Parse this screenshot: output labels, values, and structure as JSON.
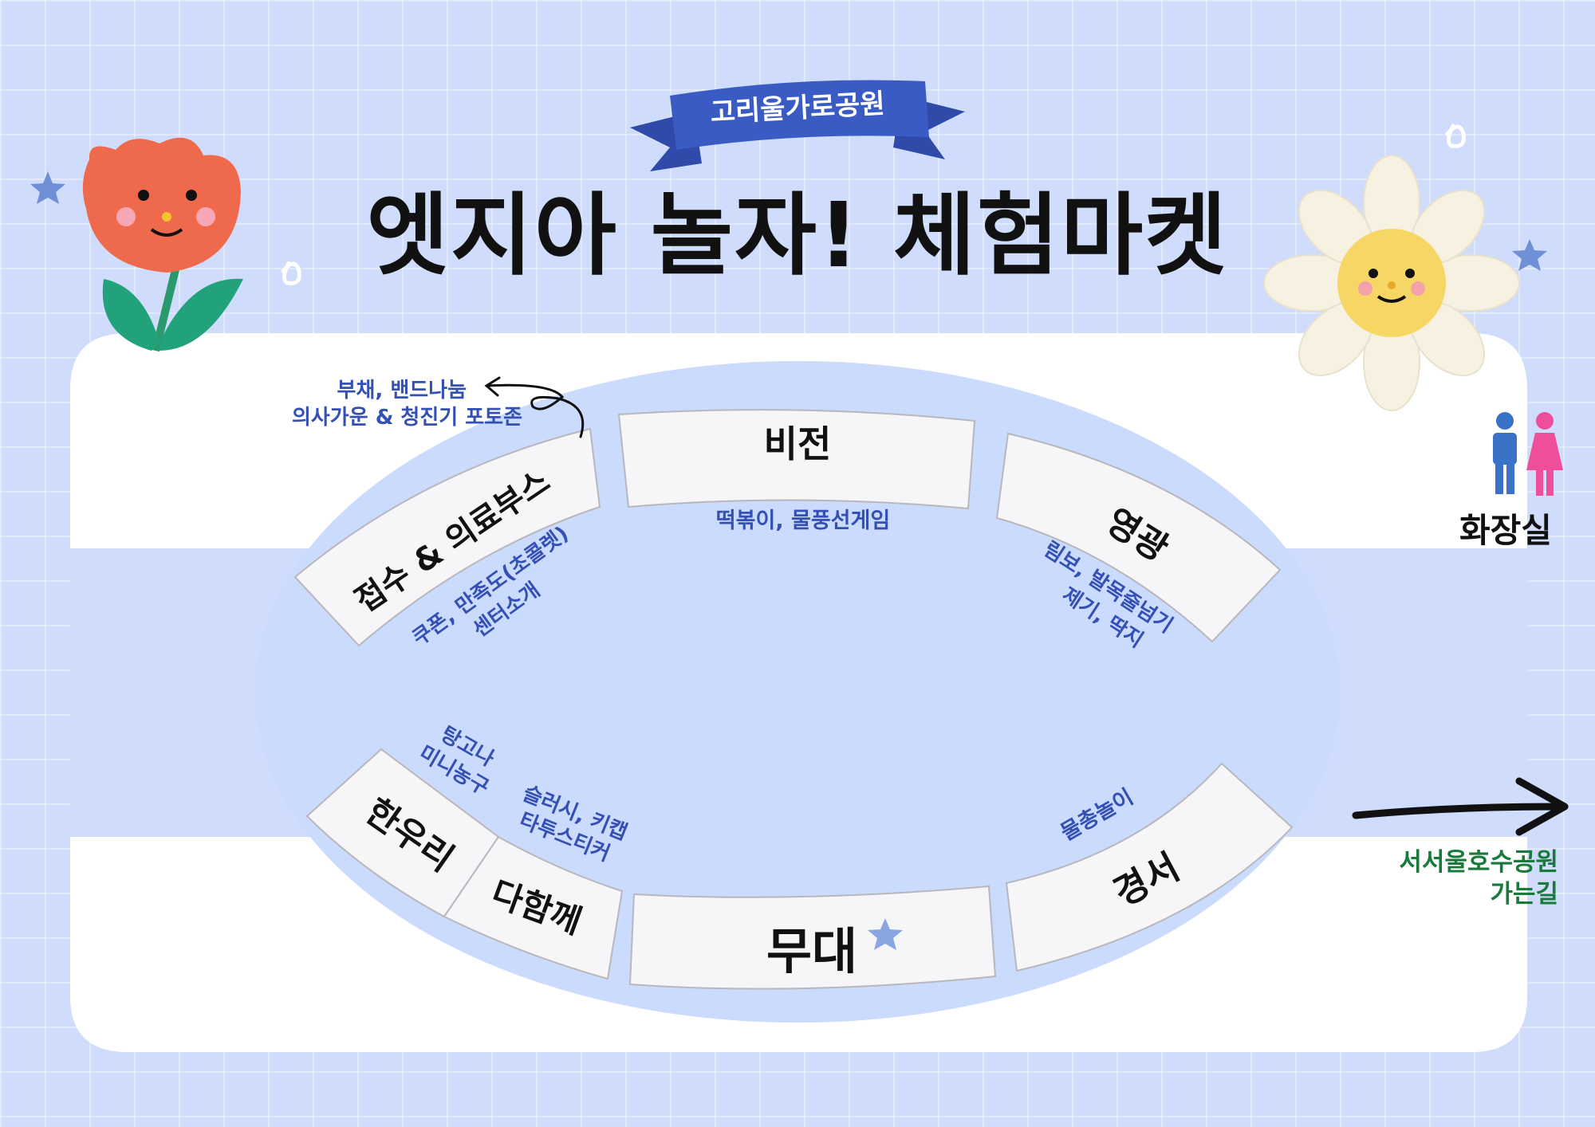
{
  "banner": {
    "text": "고리울가로공원"
  },
  "title": {
    "text": "엣지아 놀자! 체험마켓"
  },
  "booths": {
    "reception": "접수 & 의료부스",
    "vision": "비전",
    "yeonggwang": "영광",
    "hanuri": "한우리",
    "dahamkke": "다함께",
    "stage": "무대",
    "gyeongseo": "경서"
  },
  "notes": {
    "fan_line1": "부채, 밴드나눔",
    "fan_line2": "의사가운 & 청진기 포토존",
    "coupon_line1": "쿠폰, 만족도(초콜렛)",
    "coupon_line2": "센터소개",
    "vision": "떡볶이, 물풍선게임",
    "limbo_line1": "림보, 발목줄넘기",
    "limbo_line2": "제기, 딱지",
    "hanuri_line1": "탕고나",
    "hanuri_line2": "미니농구",
    "dahamkke_line1": "슬러시, 키캡",
    "dahamkke_line2": "타투스티커",
    "gyeongseo": "물총놀이"
  },
  "restroom": {
    "label": "화장실"
  },
  "direction": {
    "line1": "서서울호수공원",
    "line2": "가는길"
  },
  "colors": {
    "background": "#cfdcfb",
    "track": "#cadbfd",
    "booth_fill": "#f6f6f8",
    "note_text": "#3450b5",
    "banner": "#3b5bc4",
    "direction_text": "#1a7a3c",
    "male_icon": "#3a72c8",
    "female_icon": "#ef4f9a"
  }
}
